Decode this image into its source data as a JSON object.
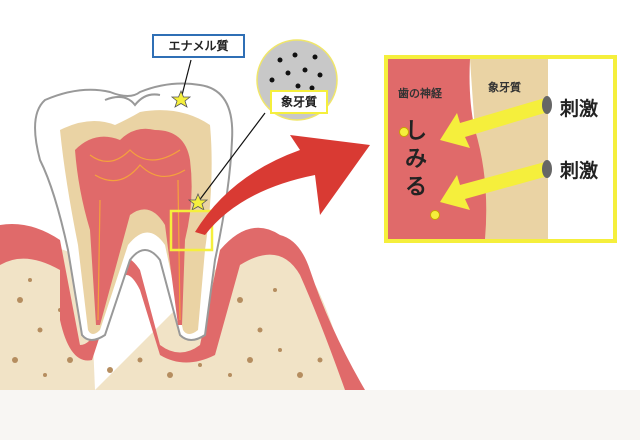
{
  "labels": {
    "enamel": "エナメル質",
    "dentin": "象牙質",
    "inset_nerve": "歯の神経",
    "inset_dentin": "象牙質",
    "stimulus_1": "刺激",
    "stimulus_2": "刺激",
    "sensitivity": "しみる"
  },
  "colors": {
    "gum": "#e06a6a",
    "dentin": "#ead3a4",
    "bone": "#f1e3c6",
    "highlight": "#f5ef3c",
    "arrow": "#d93a33",
    "enamel_border": "#2f6fb5"
  }
}
